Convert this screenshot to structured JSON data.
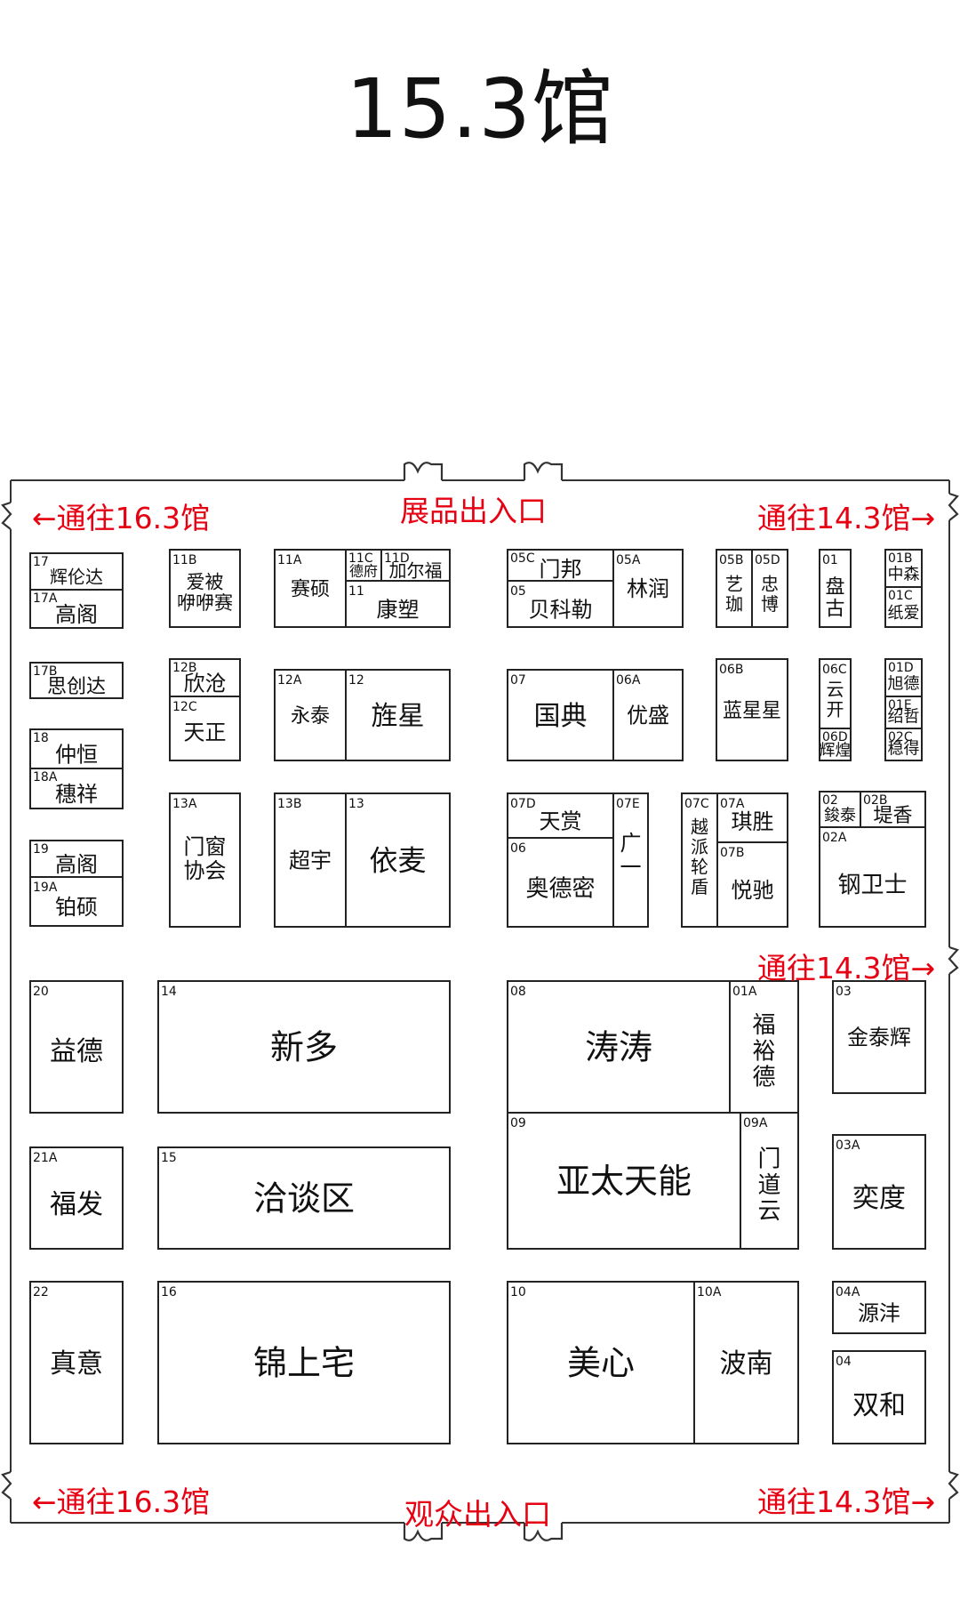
{
  "hall_title": "15.3馆",
  "labels": {
    "exhibit_entrance": "展品出入口",
    "visitor_entrance": "观众出入口",
    "to_16_3": "←通往16.3馆",
    "to_14_3": "通往14.3馆→"
  },
  "colors": {
    "label": "#e60012",
    "line": "#222222"
  },
  "booths": [
    {
      "code": "17",
      "name": "辉伦达"
    },
    {
      "code": "17A",
      "name": "高阁"
    },
    {
      "code": "17B",
      "name": "思创达"
    },
    {
      "code": "18",
      "name": "仲恒"
    },
    {
      "code": "18A",
      "name": "穗祥"
    },
    {
      "code": "19",
      "name": "高阁"
    },
    {
      "code": "19A",
      "name": "铂硕"
    },
    {
      "code": "11B",
      "name": "爱被\n咿咿赛"
    },
    {
      "code": "12B",
      "name": "欣沧"
    },
    {
      "code": "12C",
      "name": "天正"
    },
    {
      "code": "13A",
      "name": "门窗\n协会"
    },
    {
      "code": "11A",
      "name": "赛硕"
    },
    {
      "code": "11C",
      "name": "德府"
    },
    {
      "code": "11D",
      "name": "加尔福"
    },
    {
      "code": "11",
      "name": "康塑"
    },
    {
      "code": "12A",
      "name": "永泰"
    },
    {
      "code": "12",
      "name": "旌星"
    },
    {
      "code": "13B",
      "name": "超宇"
    },
    {
      "code": "13",
      "name": "依麦"
    },
    {
      "code": "05C",
      "name": "门邦"
    },
    {
      "code": "05",
      "name": "贝科勒"
    },
    {
      "code": "05A",
      "name": "林润"
    },
    {
      "code": "07",
      "name": "国典"
    },
    {
      "code": "06A",
      "name": "优盛"
    },
    {
      "code": "07D",
      "name": "天赏"
    },
    {
      "code": "06",
      "name": "奥德密"
    },
    {
      "code": "07E",
      "name": "广\n一"
    },
    {
      "code": "05B",
      "name": "艺\n珈"
    },
    {
      "code": "05D",
      "name": "忠\n博"
    },
    {
      "code": "06B",
      "name": "蓝星星"
    },
    {
      "code": "07C",
      "name": "越\n派\n轮\n盾"
    },
    {
      "code": "07A",
      "name": "琪胜"
    },
    {
      "code": "07B",
      "name": "悦驰"
    },
    {
      "code": "01",
      "name": "盘\n古"
    },
    {
      "code": "01B",
      "name": "中森"
    },
    {
      "code": "01C",
      "name": "纸爱"
    },
    {
      "code": "06C",
      "name": "云\n开"
    },
    {
      "code": "06D",
      "name": "辉煌"
    },
    {
      "code": "01D",
      "name": "旭德"
    },
    {
      "code": "01E",
      "name": "绍哲"
    },
    {
      "code": "02C",
      "name": "稳得"
    },
    {
      "code": "02",
      "name": "鋑泰"
    },
    {
      "code": "02B",
      "name": "堤香"
    },
    {
      "code": "02A",
      "name": "钢卫士"
    },
    {
      "code": "20",
      "name": "益德"
    },
    {
      "code": "14",
      "name": "新多"
    },
    {
      "code": "08",
      "name": "涛涛"
    },
    {
      "code": "01A",
      "name": "福\n裕\n德"
    },
    {
      "code": "03",
      "name": "金泰辉"
    },
    {
      "code": "21A",
      "name": "福发"
    },
    {
      "code": "15",
      "name": "洽谈区"
    },
    {
      "code": "09",
      "name": "亚太天能"
    },
    {
      "code": "09A",
      "name": "门\n道\n云"
    },
    {
      "code": "03A",
      "name": "奕度"
    },
    {
      "code": "22",
      "name": "真意"
    },
    {
      "code": "16",
      "name": "锦上宅"
    },
    {
      "code": "10",
      "name": "美心"
    },
    {
      "code": "10A",
      "name": "波南"
    },
    {
      "code": "04A",
      "name": "源沣"
    },
    {
      "code": "04",
      "name": "双和"
    }
  ]
}
